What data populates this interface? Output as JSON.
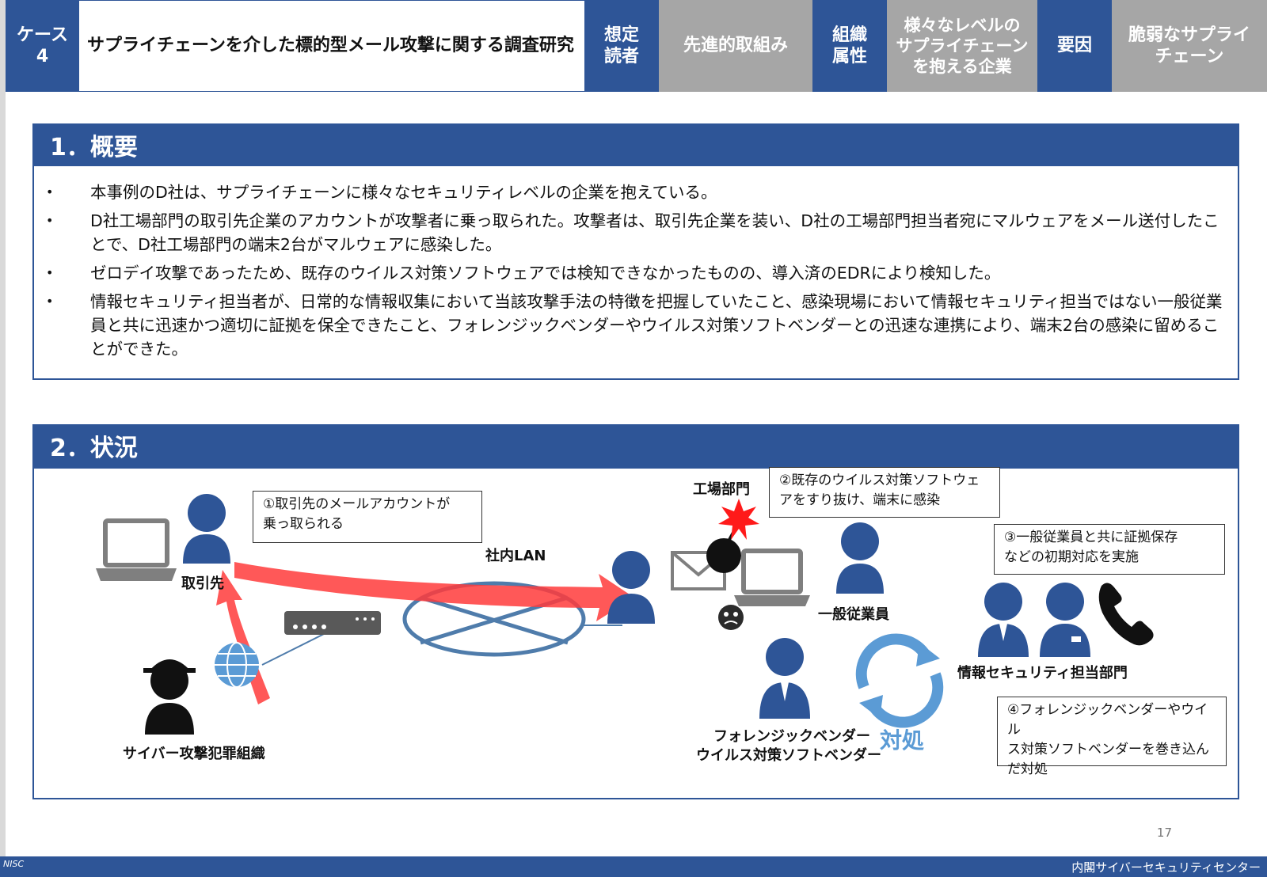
{
  "header": {
    "case_label": "ケース\n4",
    "title": "サプライチェーンを介した標的型メール攻撃に関する調査研究",
    "tags": [
      {
        "key": "想定\n読者",
        "value": "先進的取組み"
      },
      {
        "key": "組織\n属性",
        "value": "様々なレベルの\nサプライチェーン\nを抱える企業"
      },
      {
        "key": "要因",
        "value": "脆弱なサプライ\nチェーン"
      }
    ]
  },
  "section1": {
    "heading": "1．概要",
    "bullets": [
      "本事例のD社は、サプライチェーンに様々なセキュリティレベルの企業を抱えている。",
      "D社工場部門の取引先企業のアカウントが攻撃者に乗っ取られた。攻撃者は、取引先企業を装い、D社の工場部門担当者宛にマルウェアをメール送付したことで、D社工場部門の端末2台がマルウェアに感染した。",
      "ゼロデイ攻撃であったため、既存のウイルス対策ソフトウェアでは検知できなかったものの、導入済のEDRにより検知した。",
      "情報セキュリティ担当者が、日常的な情報収集において当該攻撃手法の特徴を把握していたこと、感染現場において情報セキュリティ担当ではない一般従業員と共に迅速かつ適切に証拠を保全できたこと、フォレンジックベンダーやウイルス対策ソフトベンダーとの迅速な連携により、端末2台の感染に留めることができた。"
    ]
  },
  "section2": {
    "heading": "2．状況",
    "labels": {
      "partner": "取引先",
      "crime_org": "サイバー攻撃犯罪組織",
      "lan": "社内LAN",
      "factory": "工場部門",
      "employee": "一般従業員",
      "security_dept": "情報セキュリティ担当部門",
      "vendor_line1": "フォレンジックベンダー",
      "vendor_line2": "ウイルス対策ソフトベンダー",
      "response": "対処"
    },
    "notes": {
      "n1": "①取引先のメールアカウントが\n乗っ取られる",
      "n2": "②既存のウイルス対策ソフトウェ\nアをすり抜け、端末に感染",
      "n3": "③一般従業員と共に証拠保存\nなどの初期対応を実施",
      "n4": "④フォレンジックベンダーやウイル\nス対策ソフトベンダーを巻き込ん\nだ対処"
    }
  },
  "footer": {
    "page_number": "17",
    "organization": "内閣サイバーセキュリティセンター",
    "logo_text": "NISC"
  },
  "colors": {
    "navy": "#2e5597",
    "gray": "#a6a6a6",
    "arrow_red": "#ff3b3b",
    "cycle_blue": "#5b9bd5",
    "person_blue": "#2e5597"
  }
}
